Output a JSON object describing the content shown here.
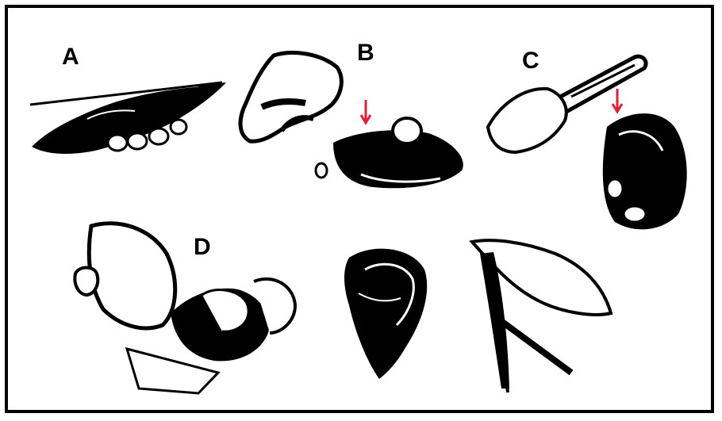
{
  "panels": {
    "a": {
      "label": "A",
      "icon": "flint-core-in-hand-icon"
    },
    "b": {
      "label": "B",
      "icon": "percussion-flaking-icon"
    },
    "c": {
      "label": "C",
      "icon": "baton-striking-icon"
    },
    "d": {
      "label": "D",
      "icon": "pressure-flaking-icon"
    },
    "e": {
      "label": "",
      "icon": "finished-biface-icon"
    },
    "f": {
      "label": "",
      "icon": "hafted-point-icon"
    }
  },
  "colors": {
    "ink": "#000000",
    "paper": "#ffffff",
    "arrow": "#e0203a"
  }
}
